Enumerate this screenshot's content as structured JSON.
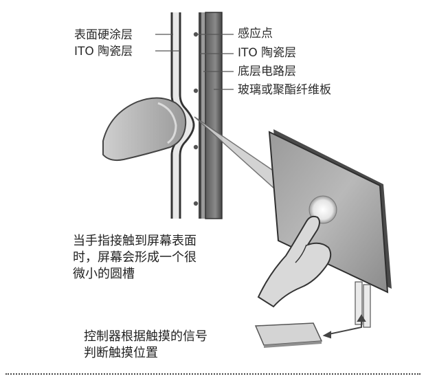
{
  "labels": {
    "left": [
      "表面硬涂层",
      "ITO 陶瓷层"
    ],
    "right": [
      "感应点",
      "ITO 陶瓷层",
      "底层电路层",
      "玻璃或聚酯纤维板"
    ]
  },
  "captions": {
    "touch_line1": "当手指接触到屏幕表面",
    "touch_line2": "时，屏幕会形成一个很",
    "touch_line3": "微小的圆槽",
    "controller_line1": "控制器根据触摸的信号",
    "controller_line2": "判断触摸位置"
  }
}
